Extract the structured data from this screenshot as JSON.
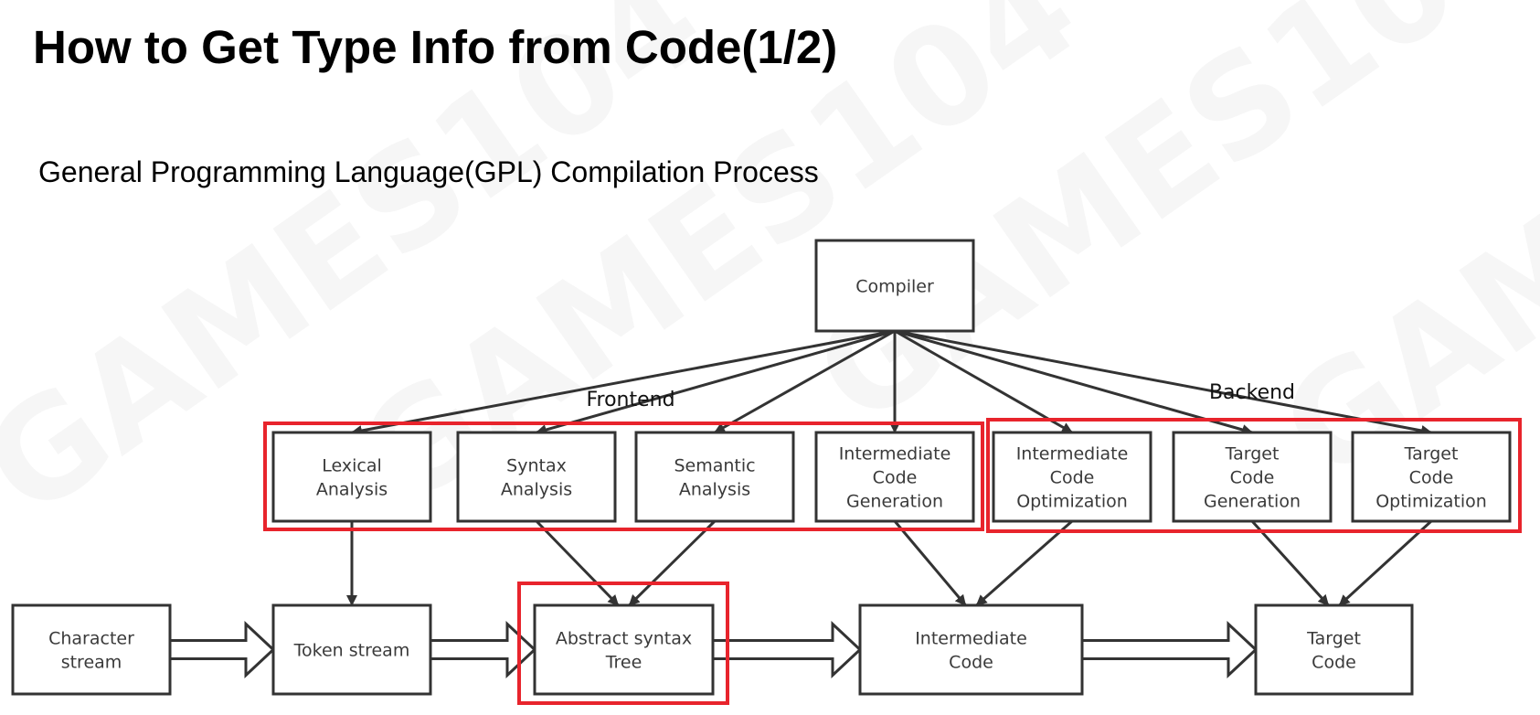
{
  "slide": {
    "title": "How to Get Type Info from Code(1/2)",
    "subtitle": "General Programming Language(GPL) Compilation Process",
    "watermark": "GAMES104"
  },
  "diagram": {
    "colors": {
      "box_stroke": "#333333",
      "highlight": "#e8242c",
      "text": "#3a3a3a"
    },
    "groups": [
      {
        "id": "frontend",
        "label": "Frontend",
        "members": [
          "lexical",
          "syntax",
          "semantic",
          "icgen"
        ]
      },
      {
        "id": "backend",
        "label": "Backend",
        "members": [
          "icopt",
          "tcgen",
          "tcopt"
        ]
      }
    ],
    "nodes": [
      {
        "id": "compiler",
        "lines": [
          "Compiler"
        ]
      },
      {
        "id": "lexical",
        "lines": [
          "Lexical",
          "Analysis"
        ]
      },
      {
        "id": "syntax",
        "lines": [
          "Syntax",
          "Analysis"
        ]
      },
      {
        "id": "semantic",
        "lines": [
          "Semantic",
          "Analysis"
        ]
      },
      {
        "id": "icgen",
        "lines": [
          "Intermediate",
          "Code",
          "Generation"
        ]
      },
      {
        "id": "icopt",
        "lines": [
          "Intermediate",
          "Code",
          "Optimization"
        ]
      },
      {
        "id": "tcgen",
        "lines": [
          "Target",
          "Code",
          "Generation"
        ]
      },
      {
        "id": "tcopt",
        "lines": [
          "Target",
          "Code",
          "Optimization"
        ]
      },
      {
        "id": "charstream",
        "lines": [
          "Character",
          "stream"
        ]
      },
      {
        "id": "tokenstream",
        "lines": [
          "Token stream"
        ]
      },
      {
        "id": "ast",
        "lines": [
          "Abstract syntax",
          "Tree"
        ],
        "highlighted": true
      },
      {
        "id": "ic",
        "lines": [
          "Intermediate",
          "Code"
        ]
      },
      {
        "id": "tc",
        "lines": [
          "Target",
          "Code"
        ]
      }
    ],
    "edges": [
      {
        "from": "compiler",
        "to": "lexical",
        "kind": "arrow"
      },
      {
        "from": "compiler",
        "to": "syntax",
        "kind": "arrow"
      },
      {
        "from": "compiler",
        "to": "semantic",
        "kind": "arrow"
      },
      {
        "from": "compiler",
        "to": "icgen",
        "kind": "arrow"
      },
      {
        "from": "compiler",
        "to": "icopt",
        "kind": "arrow"
      },
      {
        "from": "compiler",
        "to": "tcgen",
        "kind": "arrow"
      },
      {
        "from": "compiler",
        "to": "tcopt",
        "kind": "arrow"
      },
      {
        "from": "lexical",
        "to": "tokenstream",
        "kind": "arrow"
      },
      {
        "from": "syntax",
        "to": "ast",
        "kind": "arrow"
      },
      {
        "from": "semantic",
        "to": "ast",
        "kind": "arrow"
      },
      {
        "from": "icgen",
        "to": "ic",
        "kind": "arrow"
      },
      {
        "from": "icopt",
        "to": "ic",
        "kind": "arrow"
      },
      {
        "from": "tcgen",
        "to": "tc",
        "kind": "arrow"
      },
      {
        "from": "tcopt",
        "to": "tc",
        "kind": "arrow"
      },
      {
        "from": "charstream",
        "to": "tokenstream",
        "kind": "block-arrow"
      },
      {
        "from": "tokenstream",
        "to": "ast",
        "kind": "block-arrow"
      },
      {
        "from": "ast",
        "to": "ic",
        "kind": "block-arrow"
      },
      {
        "from": "ic",
        "to": "tc",
        "kind": "block-arrow"
      }
    ]
  }
}
